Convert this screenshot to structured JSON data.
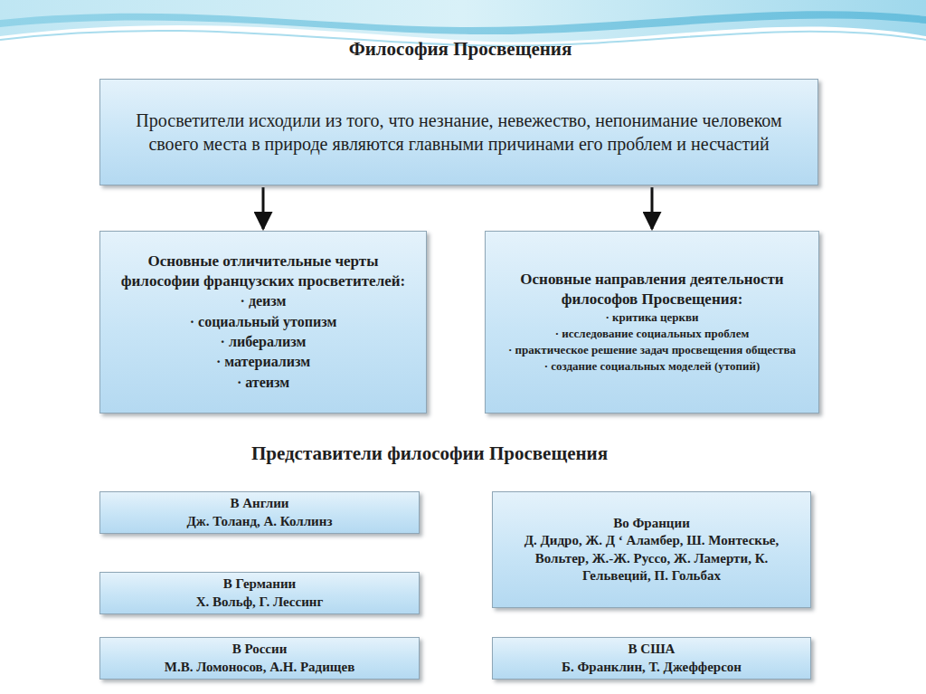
{
  "diagram": {
    "title": "Философия Просвещения",
    "nodes": [
      {
        "text": [
          "Просветители исходили из того, что незнание, невежество, непонимание человеком своего места в природе являются главными причинами его проблем и несчастий"
        ]
      },
      {
        "text": [
          "Основные отличительные черты философии французских просветителей:",
          "· деизм",
          "· социальный утопизм",
          "· либерализм",
          "· материализм",
          "· атеизм"
        ]
      },
      {
        "text": [
          "Основные направления деятельности философов Просвещения:",
          "· критика церкви",
          "· исследование социальных проблем",
          "· практическое решение задач просвещения общества",
          "· создание социальных моделей (утопий)"
        ]
      },
      {
        "text": [
          "В Англии",
          "Дж. Толанд, А. Коллинз"
        ]
      },
      {
        "text": [
          "Во Франции",
          "Д. Дидро, Ж. Д ‘ Аламбер, Ш. Монтескье, Вольтер, Ж.-Ж. Руссо, Ж. Ламерти, К. Гельвеций, П. Гольбах"
        ]
      },
      {
        "text": [
          "В Германии",
          "Х. Вольф, Г. Лессинг"
        ]
      },
      {
        "text": [
          "В России",
          "М.В. Ломоносов, А.Н. Радищев"
        ]
      },
      {
        "text": [
          "В США",
          "Б. Франклин, Т. Джефферсон"
        ]
      }
    ],
    "edges": [
      {
        "from": 0,
        "to": 1,
        "arrow": "to"
      },
      {
        "from": 0,
        "to": 2,
        "arrow": "to"
      }
    ],
    "labels": [
      "Представители философии Просвещения"
    ]
  }
}
